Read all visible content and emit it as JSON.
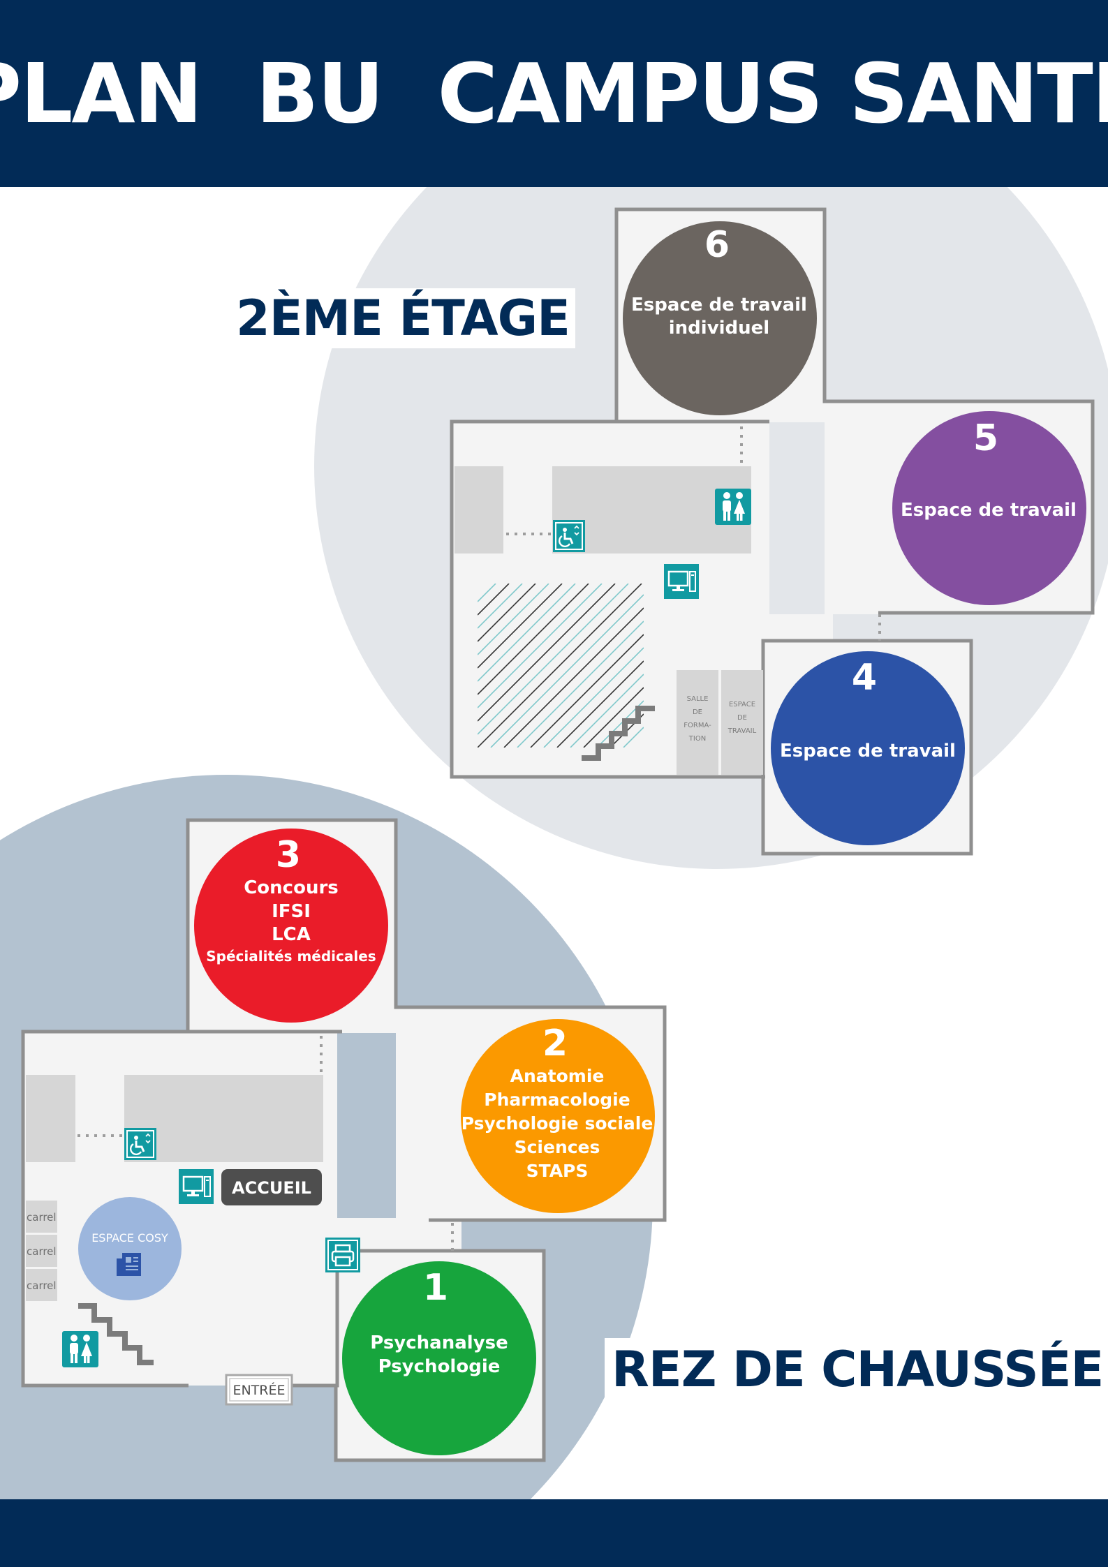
{
  "header": {
    "title": "PLAN  BU  CAMPUS SANTÉ"
  },
  "floors": {
    "second": {
      "title": "2ÈME ÉTAGE"
    },
    "ground": {
      "title": "REZ DE CHAUSSÉE"
    }
  },
  "zones": [
    {
      "number": "6",
      "lines": [
        "Espace de travail",
        "individuel"
      ],
      "color": "#6b6560"
    },
    {
      "number": "5",
      "lines": [
        "Espace de travail"
      ],
      "color": "#844fa0"
    },
    {
      "number": "4",
      "lines": [
        "Espace de travail"
      ],
      "color": "#2c53a7"
    },
    {
      "number": "3",
      "lines": [
        "Concours",
        "IFSI",
        "LCA",
        "Spécialités médicales"
      ],
      "color": "#ea1c29"
    },
    {
      "number": "2",
      "lines": [
        "Anatomie",
        "Pharmacologie",
        "Psychologie sociale",
        "Sciences",
        "STAPS"
      ],
      "color": "#fb9900"
    },
    {
      "number": "1",
      "lines": [
        "Psychanalyse",
        "Psychologie"
      ],
      "color": "#17a53d"
    }
  ],
  "rooms": {
    "salle_formation": [
      "SALLE",
      "DE",
      "FORMA-",
      "TION"
    ],
    "espace_travail_small": [
      "ESPACE",
      "DE",
      "TRAVAIL"
    ],
    "accueil": "ACCUEIL",
    "espace_cosy": "ESPACE COSY",
    "entree": "ENTRÉE",
    "carrels": [
      "carrel",
      "carrel",
      "carrel"
    ]
  },
  "icons": [
    "elevator-accessible-icon",
    "restroom-icon",
    "computer-icon",
    "printer-icon",
    "newspaper-icon",
    "stairs-icon"
  ],
  "colors": {
    "navy": "#022b57",
    "teal": "#119aa1",
    "floor": "#f4f4f4",
    "wall": "#8f8f8f",
    "circle_top": "#e3e6ea",
    "circle_bottom": "#b3c2d0",
    "cosy": "#9cb6dd"
  }
}
